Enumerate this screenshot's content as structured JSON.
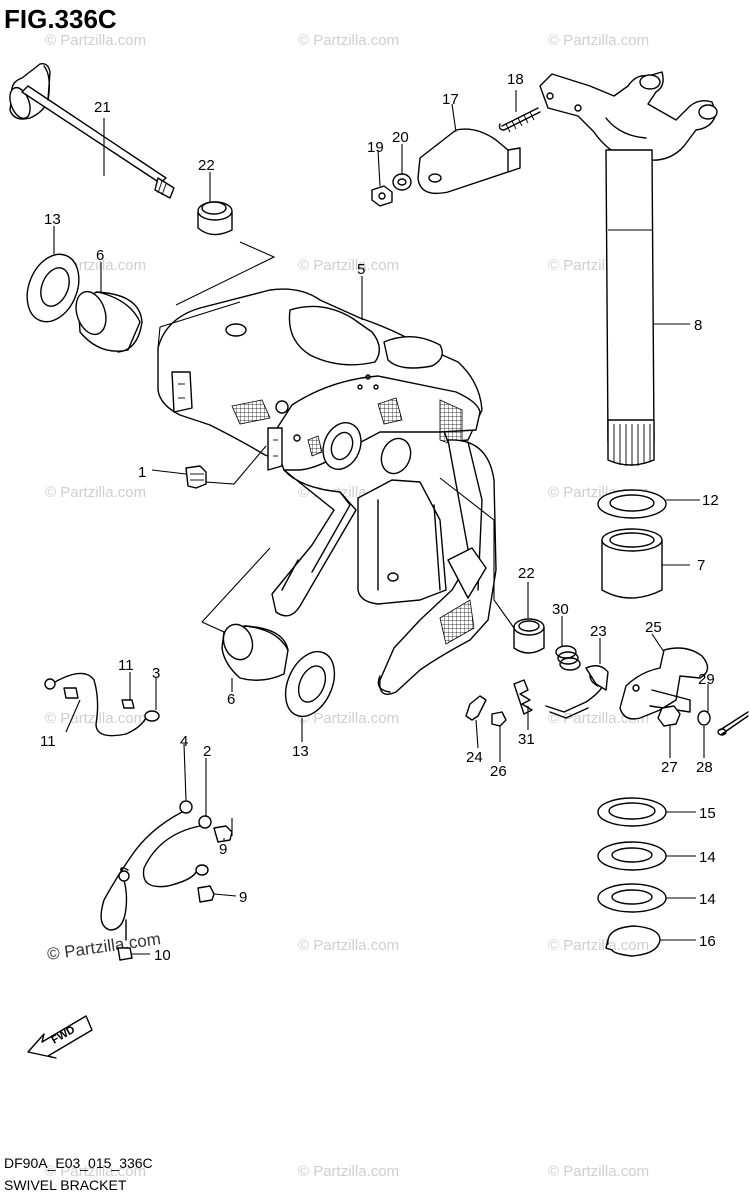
{
  "figure": {
    "title": "FIG.336C",
    "code": "DF90A_E03_015_336C",
    "caption": "SWIVEL BRACKET",
    "fwd_label": "FWD"
  },
  "watermark": "© Partzilla.com",
  "callouts": [
    "1",
    "2",
    "3",
    "4",
    "5",
    "6",
    "6",
    "7",
    "8",
    "9",
    "9",
    "10",
    "11",
    "11",
    "12",
    "13",
    "13",
    "14",
    "14",
    "15",
    "16",
    "17",
    "18",
    "19",
    "20",
    "21",
    "22",
    "22",
    "23",
    "24",
    "25",
    "26",
    "27",
    "28",
    "29",
    "30",
    "31"
  ]
}
